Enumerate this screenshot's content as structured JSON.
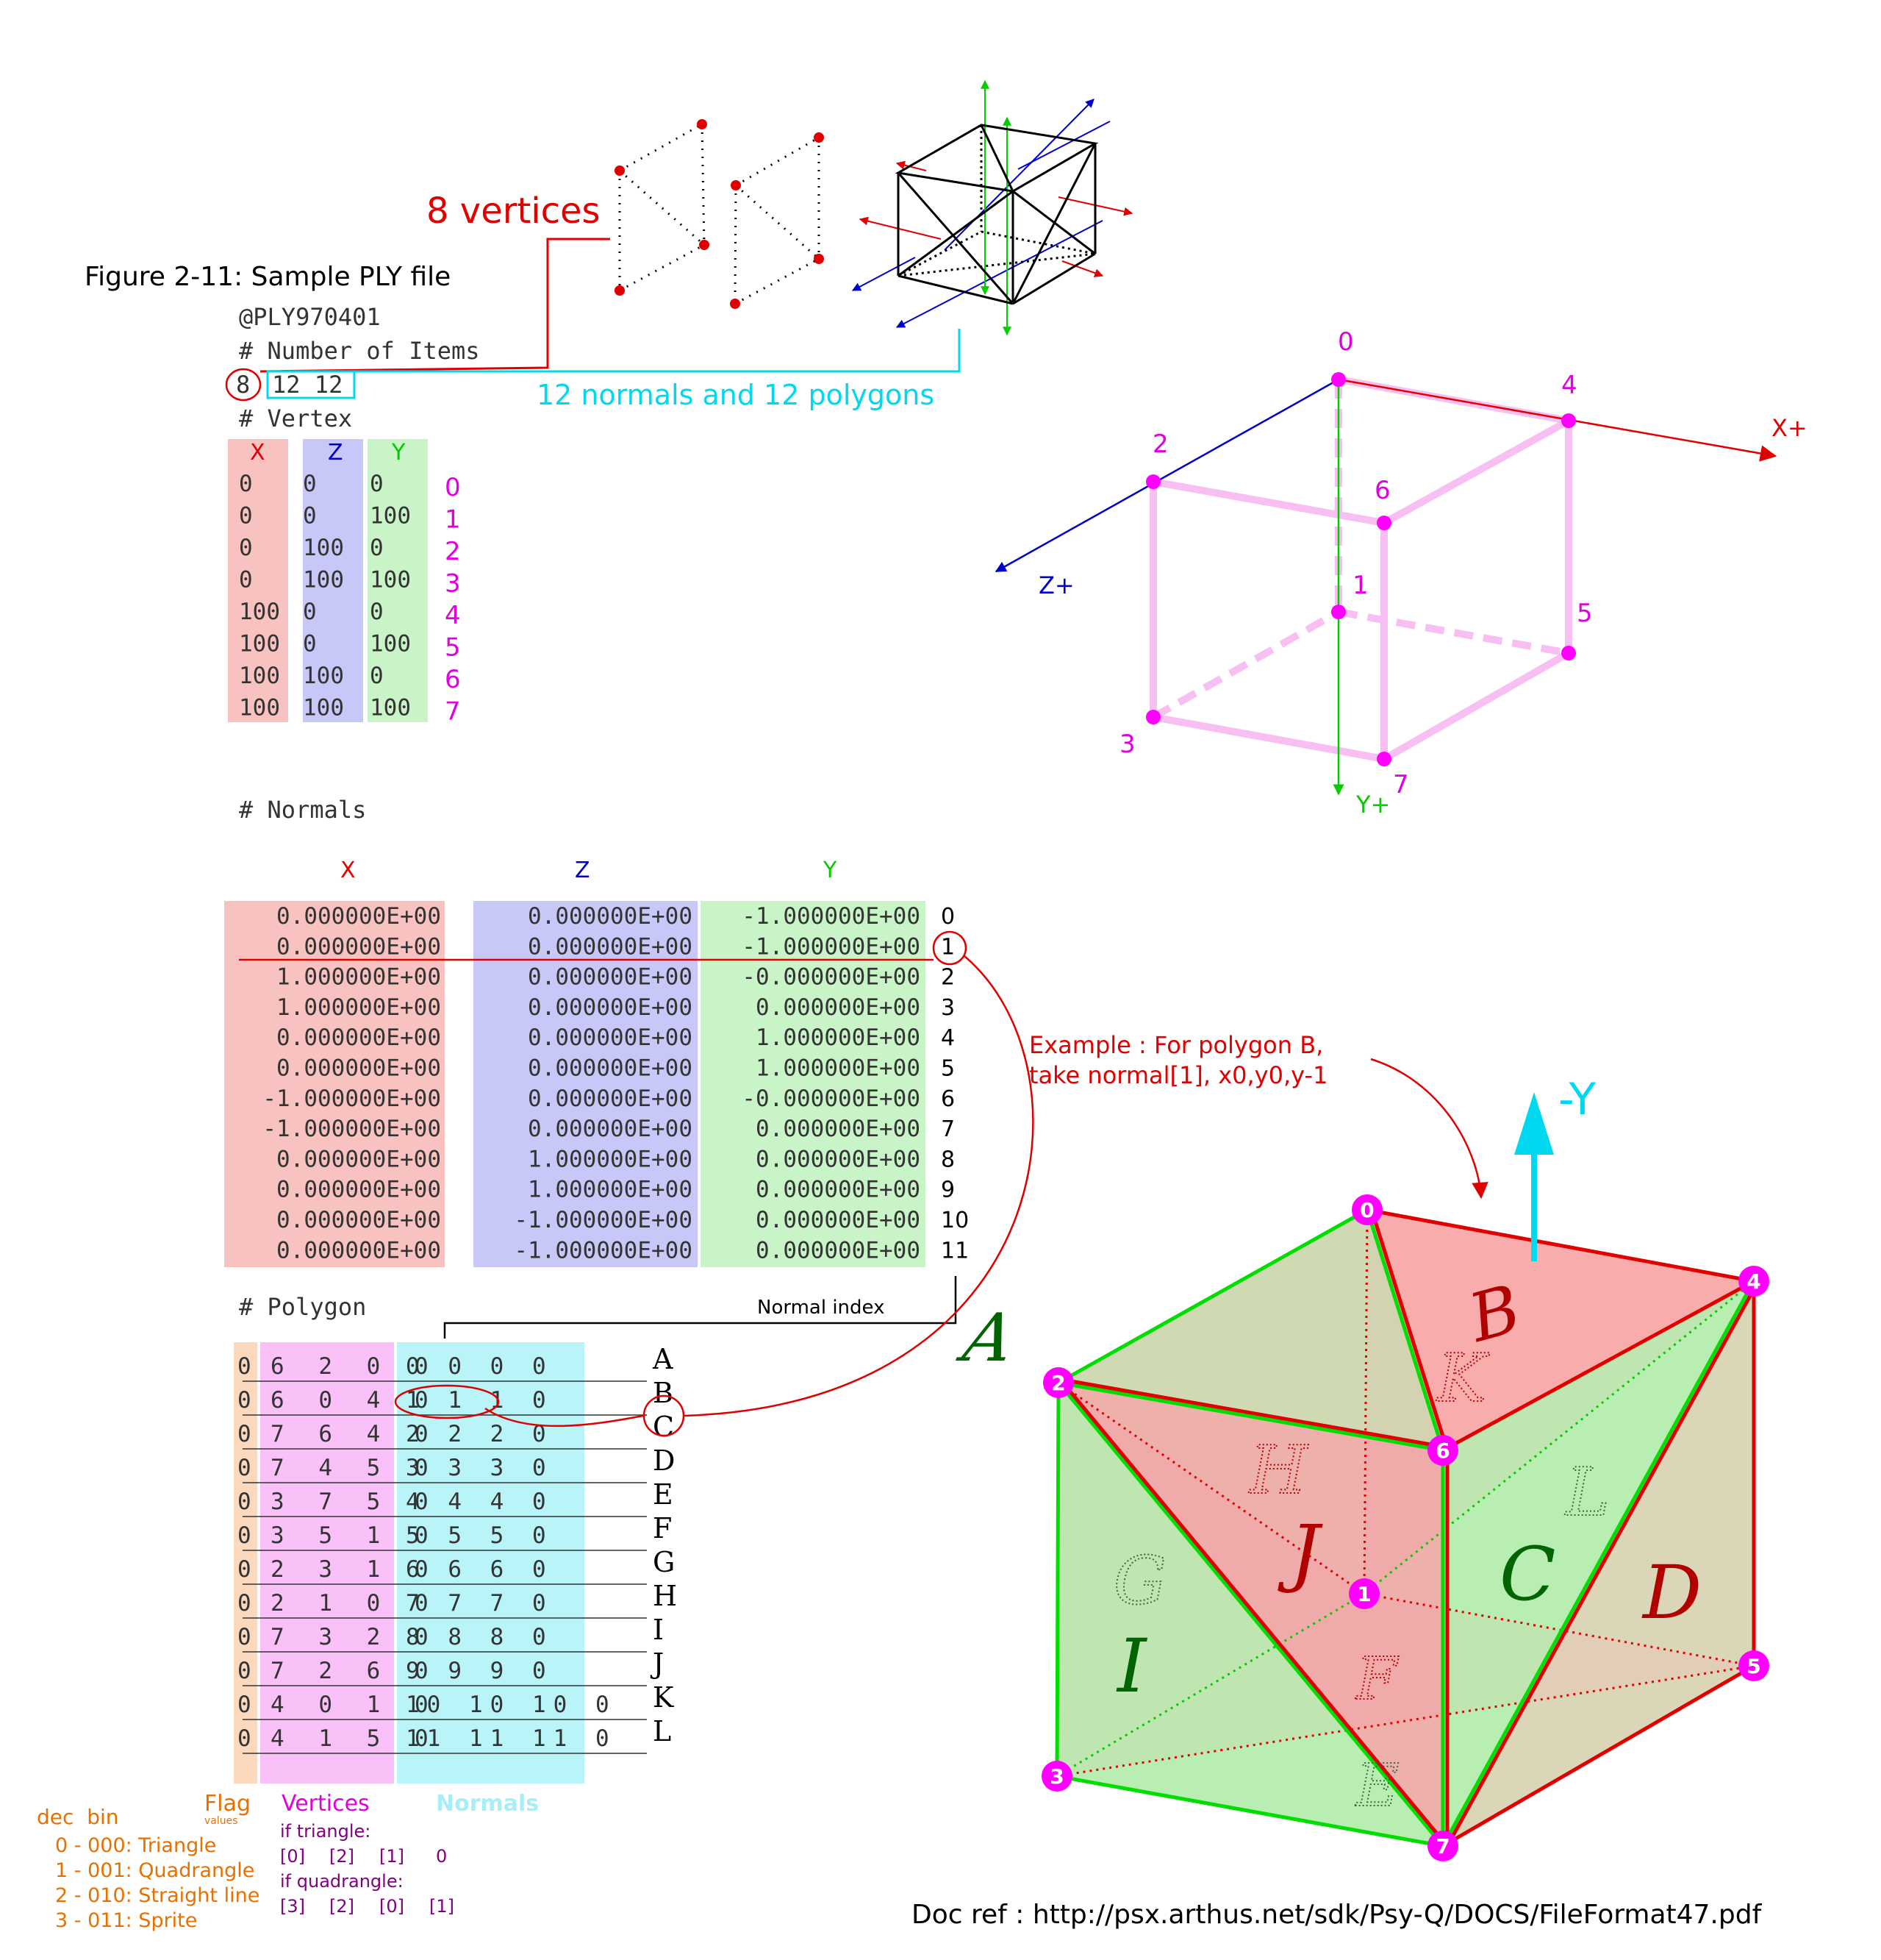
{
  "colors": {
    "red": "#e00000",
    "cyan": "#00d8f0",
    "magenta": "#ff00ff",
    "blue": "#0000cc",
    "green": "#00cc00",
    "orange": "#e87000",
    "purple": "#800080",
    "pink_col": "#f8c2c0",
    "blue_col": "#c8c8f8",
    "green_col": "#c8f4c8",
    "peach_col": "#fcd8bc",
    "violet_col": "#fac0f8",
    "aqua_col": "#b8f4f8",
    "face_red": "#f8b4b4",
    "face_green": "#b4f8b4",
    "face_tan": "#dcdcbc"
  },
  "figure_title": "Figure 2-11: Sample PLY file",
  "header": {
    "magic": "@PLY970401",
    "items_comment": "# Number of Items",
    "vertex_count": "8",
    "normal_polygon_counts": "12 12",
    "vertices_callout": "8 vertices",
    "normals_callout": "12 normals and 12 polygons"
  },
  "vertex_section": {
    "comment": "# Vertex",
    "headers": [
      "X",
      "Z",
      "Y"
    ],
    "rows": [
      [
        "0",
        "0",
        "0"
      ],
      [
        "0",
        "0",
        "100"
      ],
      [
        "0",
        "100",
        "0"
      ],
      [
        "0",
        "100",
        "100"
      ],
      [
        "100",
        "0",
        "0"
      ],
      [
        "100",
        "0",
        "100"
      ],
      [
        "100",
        "100",
        "0"
      ],
      [
        "100",
        "100",
        "100"
      ]
    ],
    "indices": [
      "0",
      "1",
      "2",
      "3",
      "4",
      "5",
      "6",
      "7"
    ]
  },
  "normals_section": {
    "comment": "# Normals",
    "headers": [
      "X",
      "Z",
      "Y"
    ],
    "rows": [
      [
        "0.000000E+00",
        "0.000000E+00",
        "-1.000000E+00"
      ],
      [
        "0.000000E+00",
        "0.000000E+00",
        "-1.000000E+00"
      ],
      [
        "1.000000E+00",
        "0.000000E+00",
        "-0.000000E+00"
      ],
      [
        "1.000000E+00",
        "0.000000E+00",
        "0.000000E+00"
      ],
      [
        "0.000000E+00",
        "0.000000E+00",
        "1.000000E+00"
      ],
      [
        "0.000000E+00",
        "0.000000E+00",
        "1.000000E+00"
      ],
      [
        "-1.000000E+00",
        "0.000000E+00",
        "-0.000000E+00"
      ],
      [
        "-1.000000E+00",
        "0.000000E+00",
        "0.000000E+00"
      ],
      [
        "0.000000E+00",
        "1.000000E+00",
        "0.000000E+00"
      ],
      [
        "0.000000E+00",
        "1.000000E+00",
        "0.000000E+00"
      ],
      [
        "0.000000E+00",
        "-1.000000E+00",
        "0.000000E+00"
      ],
      [
        "0.000000E+00",
        "-1.000000E+00",
        "0.000000E+00"
      ]
    ],
    "indices": [
      "0",
      "1",
      "2",
      "3",
      "4",
      "5",
      "6",
      "7",
      "8",
      "9",
      "10",
      "11"
    ]
  },
  "polygon_section": {
    "comment": "# Polygon",
    "normal_index_label": "Normal index",
    "rows": [
      {
        "flag": "0",
        "vertices": "6 2 0 0",
        "normals": "0 0 0 0",
        "label": "A"
      },
      {
        "flag": "0",
        "vertices": "6 0 4 0",
        "normals": "1 1 1 0",
        "label": "B"
      },
      {
        "flag": "0",
        "vertices": "7 6 4 0",
        "normals": "2 2 2 0",
        "label": "C"
      },
      {
        "flag": "0",
        "vertices": "7 4 5 0",
        "normals": "3 3 3 0",
        "label": "D"
      },
      {
        "flag": "0",
        "vertices": "3 7 5 0",
        "normals": "4 4 4 0",
        "label": "E"
      },
      {
        "flag": "0",
        "vertices": "3 5 1 0",
        "normals": "5 5 5 0",
        "label": "F"
      },
      {
        "flag": "0",
        "vertices": "2 3 1 0",
        "normals": "6 6 6 0",
        "label": "G"
      },
      {
        "flag": "0",
        "vertices": "2 1 0 0",
        "normals": "7 7 7 0",
        "label": "H"
      },
      {
        "flag": "0",
        "vertices": "7 3 2 0",
        "normals": "8 8 8 0",
        "label": "I"
      },
      {
        "flag": "0",
        "vertices": "7 2 6 0",
        "normals": "9 9 9 0",
        "label": "J"
      },
      {
        "flag": "0",
        "vertices": "4 0 1 0",
        "normals": "10 10 10 0",
        "label": "K"
      },
      {
        "flag": "0",
        "vertices": "4 1 5 0",
        "normals": "11 11 11 0",
        "label": "L"
      }
    ]
  },
  "legend": {
    "flag_label": "Flag",
    "flag_sub": "values",
    "vertices_label": "Vertices",
    "normals_label": "Normals",
    "dec_bin": "dec  bin",
    "flag_values": [
      "0 - 000: Triangle",
      "1 - 001: Quadrangle",
      "2 - 010: Straight line",
      "3 - 011: Sprite"
    ],
    "if_triangle": "if triangle:",
    "triangle_order": [
      "[0]",
      "[2]",
      "[1]",
      "0"
    ],
    "if_quadrangle": "if quadrangle:",
    "quad_order": [
      "[3]",
      "[2]",
      "[0]",
      "[1]"
    ]
  },
  "axes_cube": {
    "x_label": "X+",
    "y_label": "Y+",
    "z_label": "Z+",
    "vertex_labels": [
      "0",
      "1",
      "2",
      "3",
      "4",
      "5",
      "6",
      "7"
    ]
  },
  "face_cube": {
    "up_label": "-Y",
    "example_line1": "Example : For polygon B,",
    "example_line2": "take normal[1], x0,y0,y-1",
    "vertex_labels": [
      "0",
      "1",
      "2",
      "3",
      "4",
      "5",
      "6",
      "7"
    ],
    "face_letters": [
      "A",
      "B",
      "C",
      "D",
      "E",
      "F",
      "G",
      "H",
      "I",
      "J",
      "K",
      "L"
    ]
  },
  "doc_ref": "Doc ref : http://psx.arthus.net/sdk/Psy-Q/DOCS/FileFormat47.pdf"
}
